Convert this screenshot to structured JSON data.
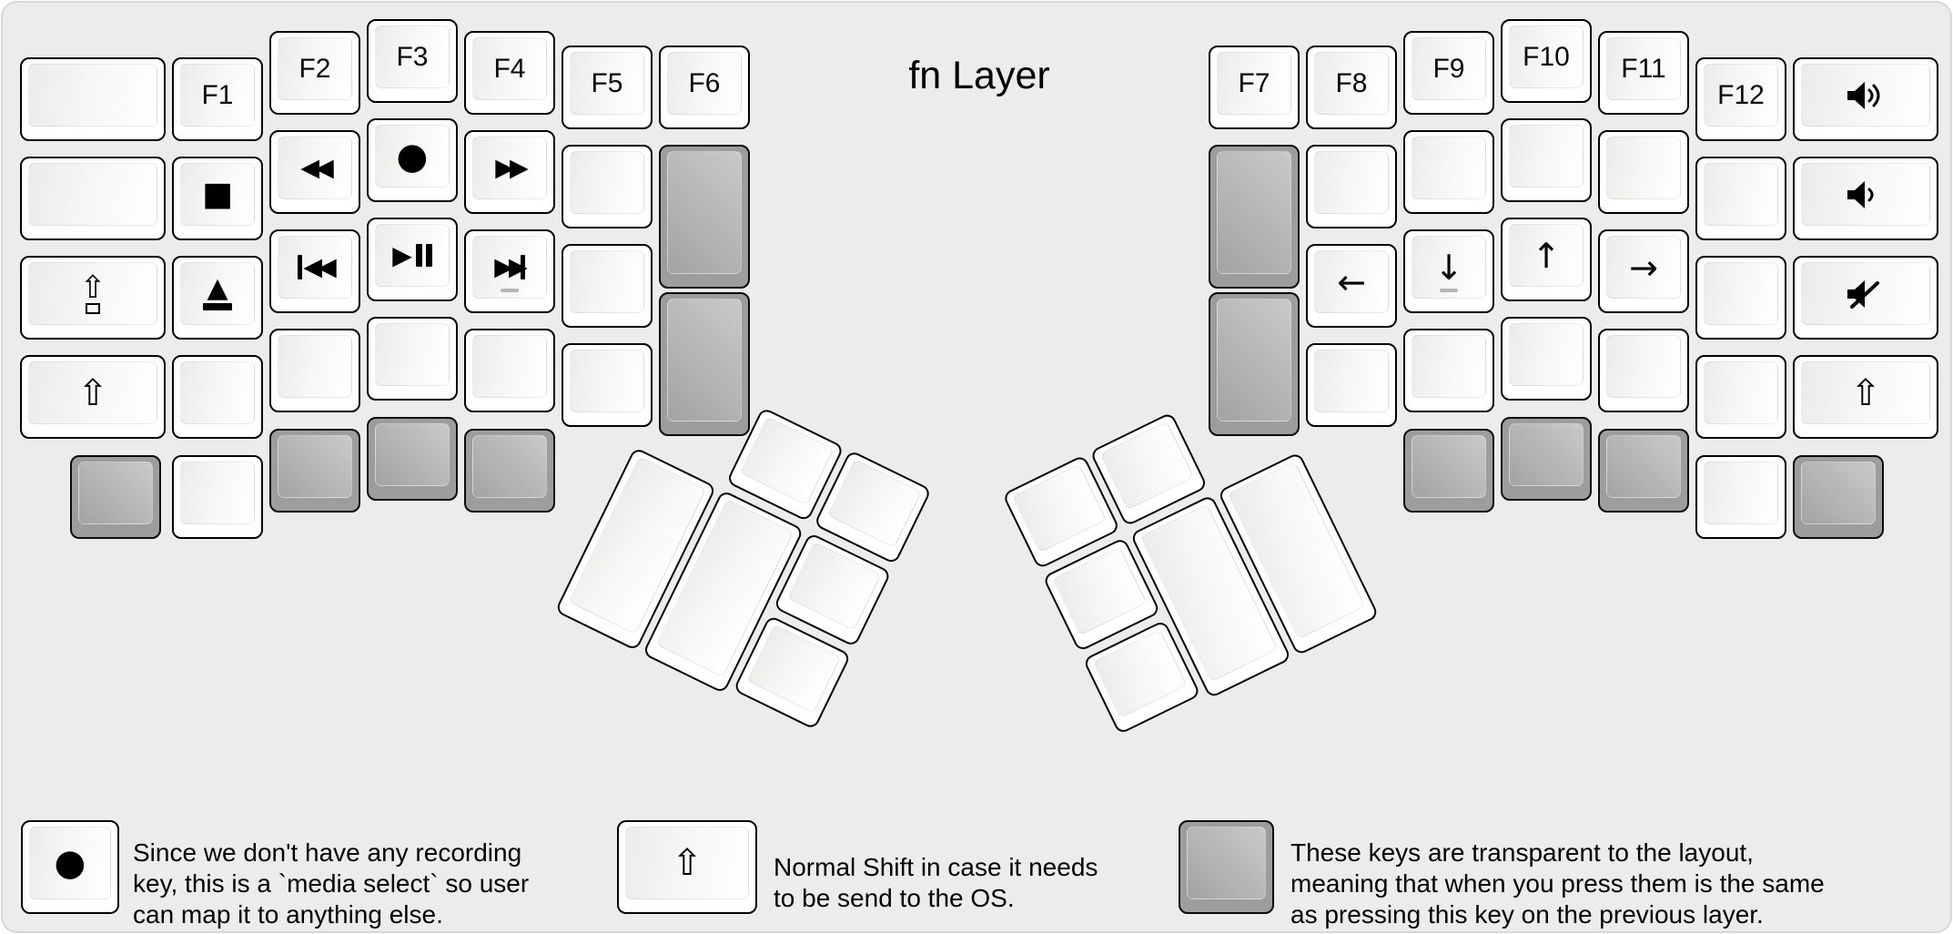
{
  "title": "fn Layer",
  "colors": {
    "canvas": "#ececec",
    "key_white": "#ffffff",
    "key_gray": "#9d9d9d",
    "key_border": "#000000",
    "text": "#000000",
    "homing_bar": "#b5b5b5"
  },
  "keyboard": {
    "keys": [
      {
        "name": "key-blank",
        "label": "",
        "color": "white"
      },
      {
        "name": "key-blank",
        "label": "",
        "color": "white"
      },
      {
        "name": "key-caps-lock",
        "icon": "caps-lock-icon",
        "color": "white"
      },
      {
        "name": "key-shift-left",
        "icon": "shift-icon",
        "color": "white"
      },
      {
        "name": "key-transparent",
        "color": "gray"
      },
      {
        "name": "key-f1",
        "label": "F1",
        "color": "white"
      },
      {
        "name": "key-stop",
        "icon": "stop-icon",
        "color": "white"
      },
      {
        "name": "key-eject",
        "icon": "eject-icon",
        "color": "white"
      },
      {
        "name": "key-blank",
        "label": "",
        "color": "white"
      },
      {
        "name": "key-blank",
        "label": "",
        "color": "white"
      },
      {
        "name": "key-f2",
        "label": "F2",
        "color": "white"
      },
      {
        "name": "key-rewind",
        "icon": "rewind-icon",
        "color": "white"
      },
      {
        "name": "key-prev-track",
        "icon": "prev-track-icon",
        "color": "white"
      },
      {
        "name": "key-blank",
        "label": "",
        "color": "white"
      },
      {
        "name": "key-transparent",
        "color": "gray"
      },
      {
        "name": "key-f3",
        "label": "F3",
        "color": "white"
      },
      {
        "name": "key-media-select",
        "icon": "record-icon",
        "color": "white"
      },
      {
        "name": "key-play-pause",
        "icon": "play-pause-icon",
        "color": "white"
      },
      {
        "name": "key-blank",
        "label": "",
        "color": "white"
      },
      {
        "name": "key-transparent",
        "color": "gray"
      },
      {
        "name": "key-f4",
        "label": "F4",
        "color": "white"
      },
      {
        "name": "key-fast-forward",
        "icon": "fast-forward-icon",
        "color": "white"
      },
      {
        "name": "key-next-track",
        "icon": "next-track-icon",
        "color": "white",
        "homing": true
      },
      {
        "name": "key-blank",
        "label": "",
        "color": "white"
      },
      {
        "name": "key-transparent",
        "color": "gray"
      },
      {
        "name": "key-f5",
        "label": "F5",
        "color": "white"
      },
      {
        "name": "key-blank",
        "label": "",
        "color": "white"
      },
      {
        "name": "key-blank",
        "label": "",
        "color": "white"
      },
      {
        "name": "key-blank",
        "label": "",
        "color": "white"
      },
      {
        "name": "key-f6",
        "label": "F6",
        "color": "white"
      },
      {
        "name": "key-transparent",
        "color": "gray"
      },
      {
        "name": "key-transparent",
        "color": "gray"
      },
      {
        "name": "key-f7",
        "label": "F7",
        "color": "white"
      },
      {
        "name": "key-transparent",
        "color": "gray"
      },
      {
        "name": "key-transparent",
        "color": "gray"
      },
      {
        "name": "key-f8",
        "label": "F8",
        "color": "white"
      },
      {
        "name": "key-blank",
        "label": "",
        "color": "white"
      },
      {
        "name": "key-arrow-left",
        "icon": "arrow-left-icon",
        "color": "white"
      },
      {
        "name": "key-blank",
        "label": "",
        "color": "white"
      },
      {
        "name": "key-f9",
        "label": "F9",
        "color": "white"
      },
      {
        "name": "key-blank",
        "label": "",
        "color": "white"
      },
      {
        "name": "key-arrow-down",
        "icon": "arrow-down-icon",
        "color": "white",
        "homing": true
      },
      {
        "name": "key-blank",
        "label": "",
        "color": "white"
      },
      {
        "name": "key-transparent",
        "color": "gray"
      },
      {
        "name": "key-f10",
        "label": "F10",
        "color": "white"
      },
      {
        "name": "key-blank",
        "label": "",
        "color": "white"
      },
      {
        "name": "key-arrow-up",
        "icon": "arrow-up-icon",
        "color": "white"
      },
      {
        "name": "key-blank",
        "label": "",
        "color": "white"
      },
      {
        "name": "key-transparent",
        "color": "gray"
      },
      {
        "name": "key-f11",
        "label": "F11",
        "color": "white"
      },
      {
        "name": "key-blank",
        "label": "",
        "color": "white"
      },
      {
        "name": "key-arrow-right",
        "icon": "arrow-right-icon",
        "color": "white"
      },
      {
        "name": "key-blank",
        "label": "",
        "color": "white"
      },
      {
        "name": "key-transparent",
        "color": "gray"
      },
      {
        "name": "key-f12",
        "label": "F12",
        "color": "white"
      },
      {
        "name": "key-blank",
        "label": "",
        "color": "white"
      },
      {
        "name": "key-blank",
        "label": "",
        "color": "white"
      },
      {
        "name": "key-blank",
        "label": "",
        "color": "white"
      },
      {
        "name": "key-blank",
        "label": "",
        "color": "white"
      },
      {
        "name": "key-volume-up",
        "icon": "volume-up-icon",
        "color": "white"
      },
      {
        "name": "key-volume-down",
        "icon": "volume-down-icon",
        "color": "white"
      },
      {
        "name": "key-volume-mute",
        "icon": "volume-mute-icon",
        "color": "white"
      },
      {
        "name": "key-shift-right",
        "icon": "shift-icon",
        "color": "white"
      },
      {
        "name": "key-transparent",
        "color": "gray"
      },
      {
        "name": "key-thumb-blank",
        "label": "",
        "color": "white"
      },
      {
        "name": "key-thumb-blank",
        "label": "",
        "color": "white"
      },
      {
        "name": "key-thumb-blank",
        "label": "",
        "color": "white"
      },
      {
        "name": "key-thumb-blank",
        "label": "",
        "color": "white"
      },
      {
        "name": "key-thumb-blank",
        "label": "",
        "color": "white"
      },
      {
        "name": "key-thumb-blank",
        "label": "",
        "color": "white"
      },
      {
        "name": "key-thumb-blank",
        "label": "",
        "color": "white"
      },
      {
        "name": "key-thumb-blank",
        "label": "",
        "color": "white"
      },
      {
        "name": "key-thumb-blank",
        "label": "",
        "color": "white"
      },
      {
        "name": "key-thumb-blank",
        "label": "",
        "color": "white"
      },
      {
        "name": "key-thumb-blank",
        "label": "",
        "color": "white"
      },
      {
        "name": "key-thumb-blank",
        "label": "",
        "color": "white"
      }
    ]
  },
  "legend": {
    "items": [
      {
        "key_icon": "record-icon",
        "key_color": "white",
        "lines": [
          "Since we don't have any recording",
          "key, this is a `media select` so user",
          "can map it to anything else."
        ]
      },
      {
        "key_icon": "shift-icon",
        "key_color": "white",
        "lines": [
          "Normal Shift in case it needs",
          "to be send to the OS."
        ]
      },
      {
        "key_icon": null,
        "key_color": "gray",
        "lines": [
          "These keys are transparent to the layout,",
          "meaning that when you press them is the same",
          "as pressing this key on the previous layer."
        ]
      }
    ]
  }
}
